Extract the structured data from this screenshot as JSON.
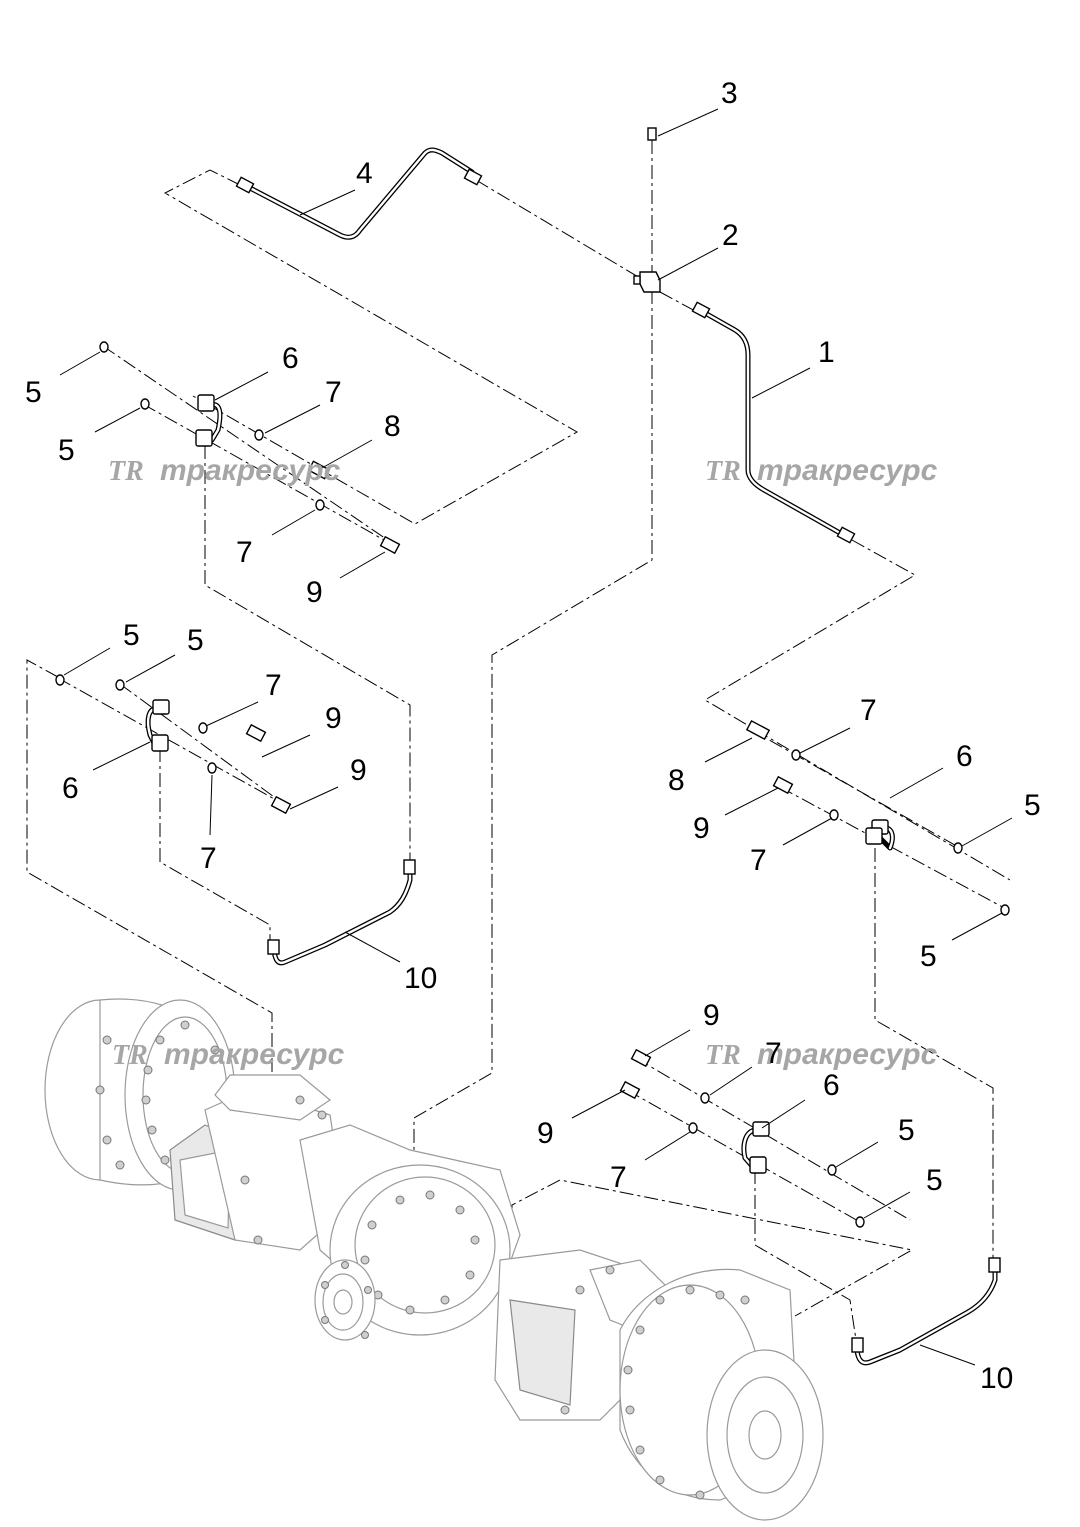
{
  "callouts": [
    {
      "id": "c1",
      "text": "1"
    },
    {
      "id": "c2",
      "text": "2"
    },
    {
      "id": "c3",
      "text": "3"
    },
    {
      "id": "c4",
      "text": "4"
    },
    {
      "id": "c5a",
      "text": "5"
    },
    {
      "id": "c5b",
      "text": "5"
    },
    {
      "id": "c5c",
      "text": "5"
    },
    {
      "id": "c5d",
      "text": "5"
    },
    {
      "id": "c5e",
      "text": "5"
    },
    {
      "id": "c5f",
      "text": "5"
    },
    {
      "id": "c5g",
      "text": "5"
    },
    {
      "id": "c5h",
      "text": "5"
    },
    {
      "id": "c6a",
      "text": "6"
    },
    {
      "id": "c6b",
      "text": "6"
    },
    {
      "id": "c6c",
      "text": "6"
    },
    {
      "id": "c6d",
      "text": "6"
    },
    {
      "id": "c7a",
      "text": "7"
    },
    {
      "id": "c7b",
      "text": "7"
    },
    {
      "id": "c7c",
      "text": "7"
    },
    {
      "id": "c7d",
      "text": "7"
    },
    {
      "id": "c7e",
      "text": "7"
    },
    {
      "id": "c7f",
      "text": "7"
    },
    {
      "id": "c7g",
      "text": "7"
    },
    {
      "id": "c7h",
      "text": "7"
    },
    {
      "id": "c8a",
      "text": "8"
    },
    {
      "id": "c8b",
      "text": "8"
    },
    {
      "id": "c9a",
      "text": "9"
    },
    {
      "id": "c9b",
      "text": "9"
    },
    {
      "id": "c9c",
      "text": "9"
    },
    {
      "id": "c9d",
      "text": "9"
    },
    {
      "id": "c9e",
      "text": "9"
    },
    {
      "id": "c9f",
      "text": "9"
    },
    {
      "id": "c10a",
      "text": "10"
    },
    {
      "id": "c10b",
      "text": "10"
    }
  ],
  "watermark": {
    "logo": "TR",
    "text": "тракресурс",
    "color": "#a6a6a6"
  },
  "colors": {
    "line": "#000000",
    "axle_outline": "#9a9a9a"
  }
}
